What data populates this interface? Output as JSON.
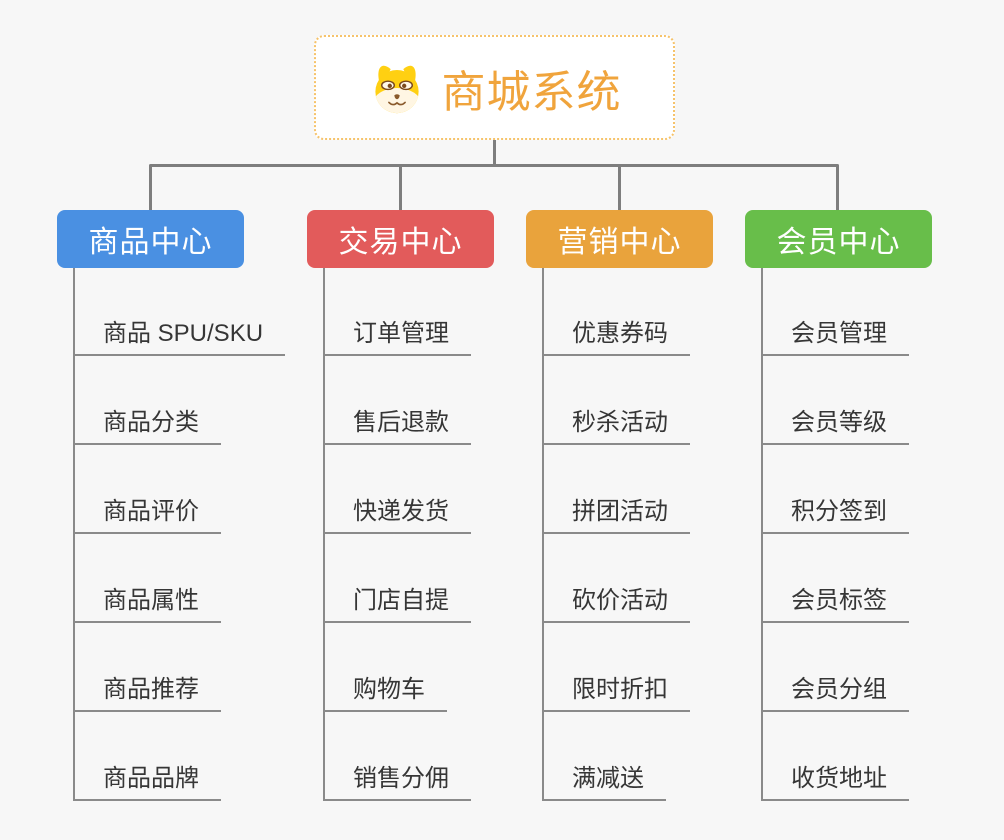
{
  "root": {
    "title": "商城系统",
    "icon": "dog-icon",
    "title_color": "#f0a43c",
    "border_color": "#f6c36b",
    "background": "#ffffff"
  },
  "canvas": {
    "background": "#f7f7f7",
    "connector_color": "#7e7e7e",
    "underline_color": "#8a8a8a",
    "leaf_text_color": "#363636"
  },
  "categories": [
    {
      "label": "商品中心",
      "color": "#4a90e2",
      "items": [
        "商品 SPU/SKU",
        "商品分类",
        "商品评价",
        "商品属性",
        "商品推荐",
        "商品品牌"
      ]
    },
    {
      "label": "交易中心",
      "color": "#e25b5b",
      "items": [
        "订单管理",
        "售后退款",
        "快递发货",
        "门店自提",
        "购物车",
        "销售分佣"
      ]
    },
    {
      "label": "营销中心",
      "color": "#e9a33c",
      "items": [
        "优惠券码",
        "秒杀活动",
        "拼团活动",
        "砍价活动",
        "限时折扣",
        "满减送"
      ]
    },
    {
      "label": "会员中心",
      "color": "#68be4a",
      "items": [
        "会员管理",
        "会员等级",
        "积分签到",
        "会员标签",
        "会员分组",
        "收货地址"
      ]
    }
  ]
}
